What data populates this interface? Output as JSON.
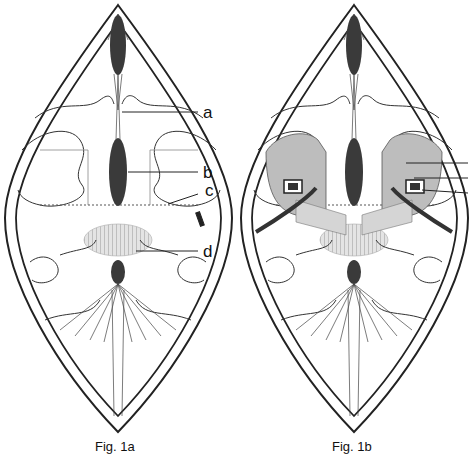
{
  "diagram": {
    "labels": [
      "a",
      "b",
      "c",
      "d",
      "Fig. 1a",
      "Fig. 1b"
    ]
  }
}
